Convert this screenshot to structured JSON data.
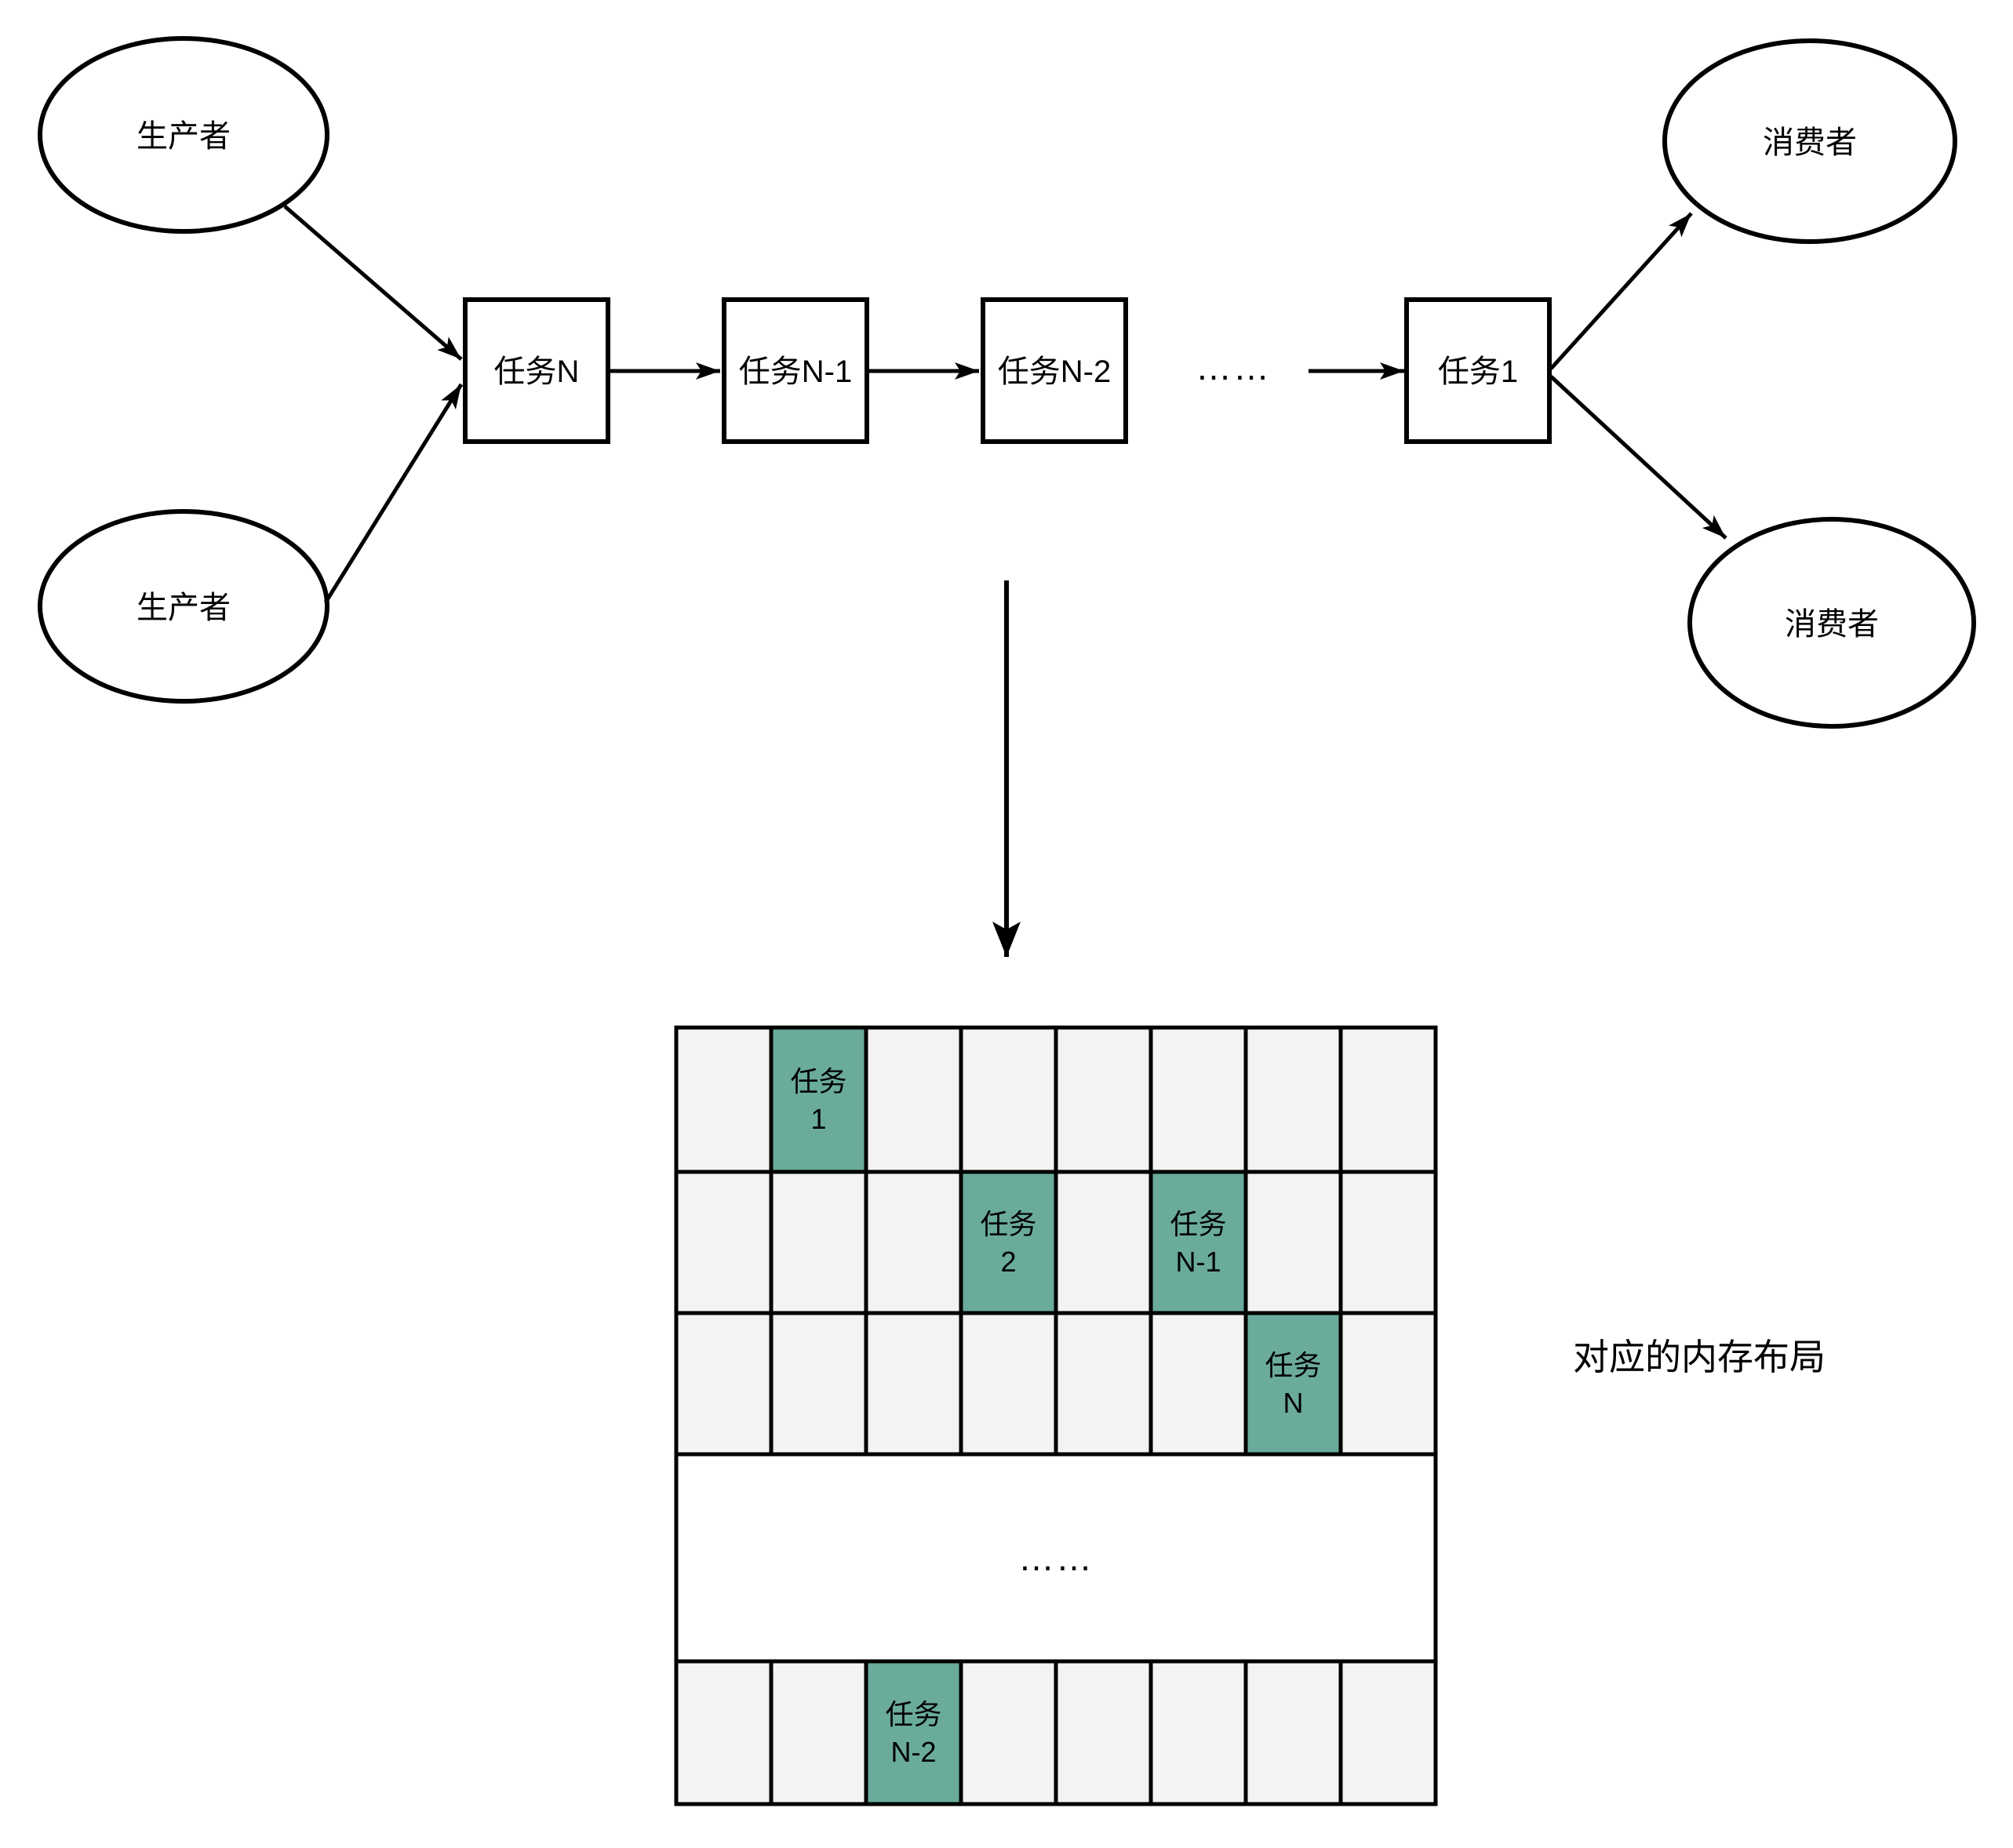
{
  "diagram_title": "",
  "producers": [
    {
      "label": "生产者"
    },
    {
      "label": "生产者"
    }
  ],
  "consumers": [
    {
      "label": "消费者"
    },
    {
      "label": "消费者"
    }
  ],
  "pipeline": {
    "boxes": [
      {
        "label": "任务N"
      },
      {
        "label": "任务N-1"
      },
      {
        "label": "任务N-2"
      },
      {
        "label": "任务1"
      }
    ],
    "chain_ellipsis": "……"
  },
  "memory_grid": {
    "columns": 8,
    "cell_color": "#f3f3f3",
    "highlight_color": "#6aab9c",
    "border_color": "#000000",
    "rows": [
      {
        "type": "cells",
        "highlights": [
          {
            "col": 1,
            "label_lines": [
              "任务",
              "1"
            ]
          }
        ]
      },
      {
        "type": "cells",
        "highlights": [
          {
            "col": 3,
            "label_lines": [
              "任务",
              "2"
            ]
          },
          {
            "col": 5,
            "label_lines": [
              "任务",
              "N-1"
            ]
          }
        ]
      },
      {
        "type": "cells",
        "highlights": [
          {
            "col": 6,
            "label_lines": [
              "任务",
              "N"
            ]
          }
        ]
      },
      {
        "type": "ellipsis",
        "label": "……"
      },
      {
        "type": "cells",
        "highlights": [
          {
            "col": 2,
            "label_lines": [
              "任务",
              "N-2"
            ]
          }
        ]
      }
    ],
    "side_label": "对应的内存布局"
  }
}
